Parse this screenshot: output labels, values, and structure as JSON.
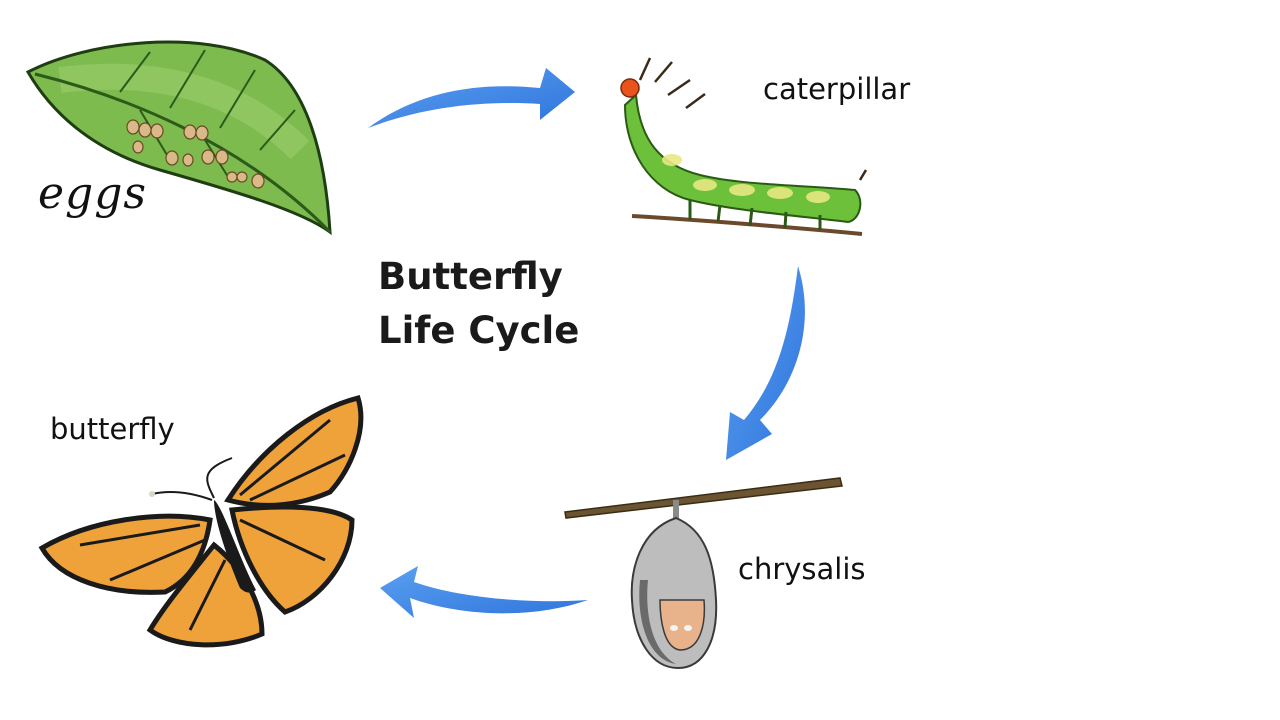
{
  "diagram": {
    "title_line1": "Butterfly",
    "title_line2": "Life Cycle",
    "stages": {
      "eggs": "eggs",
      "caterpillar": "caterpillar",
      "chrysalis": "chrysalis",
      "butterfly": "butterfly"
    }
  },
  "colors": {
    "arrow": "#3b82e8",
    "leaf": "#7dbb4f",
    "caterpillar": "#6cc03a",
    "wing": "#f0a23a",
    "chrysalis": "#b9b9b9"
  },
  "icons": [
    "leaf-with-eggs-icon",
    "caterpillar-icon",
    "chrysalis-icon",
    "butterfly-icon",
    "arrow-icon"
  ]
}
